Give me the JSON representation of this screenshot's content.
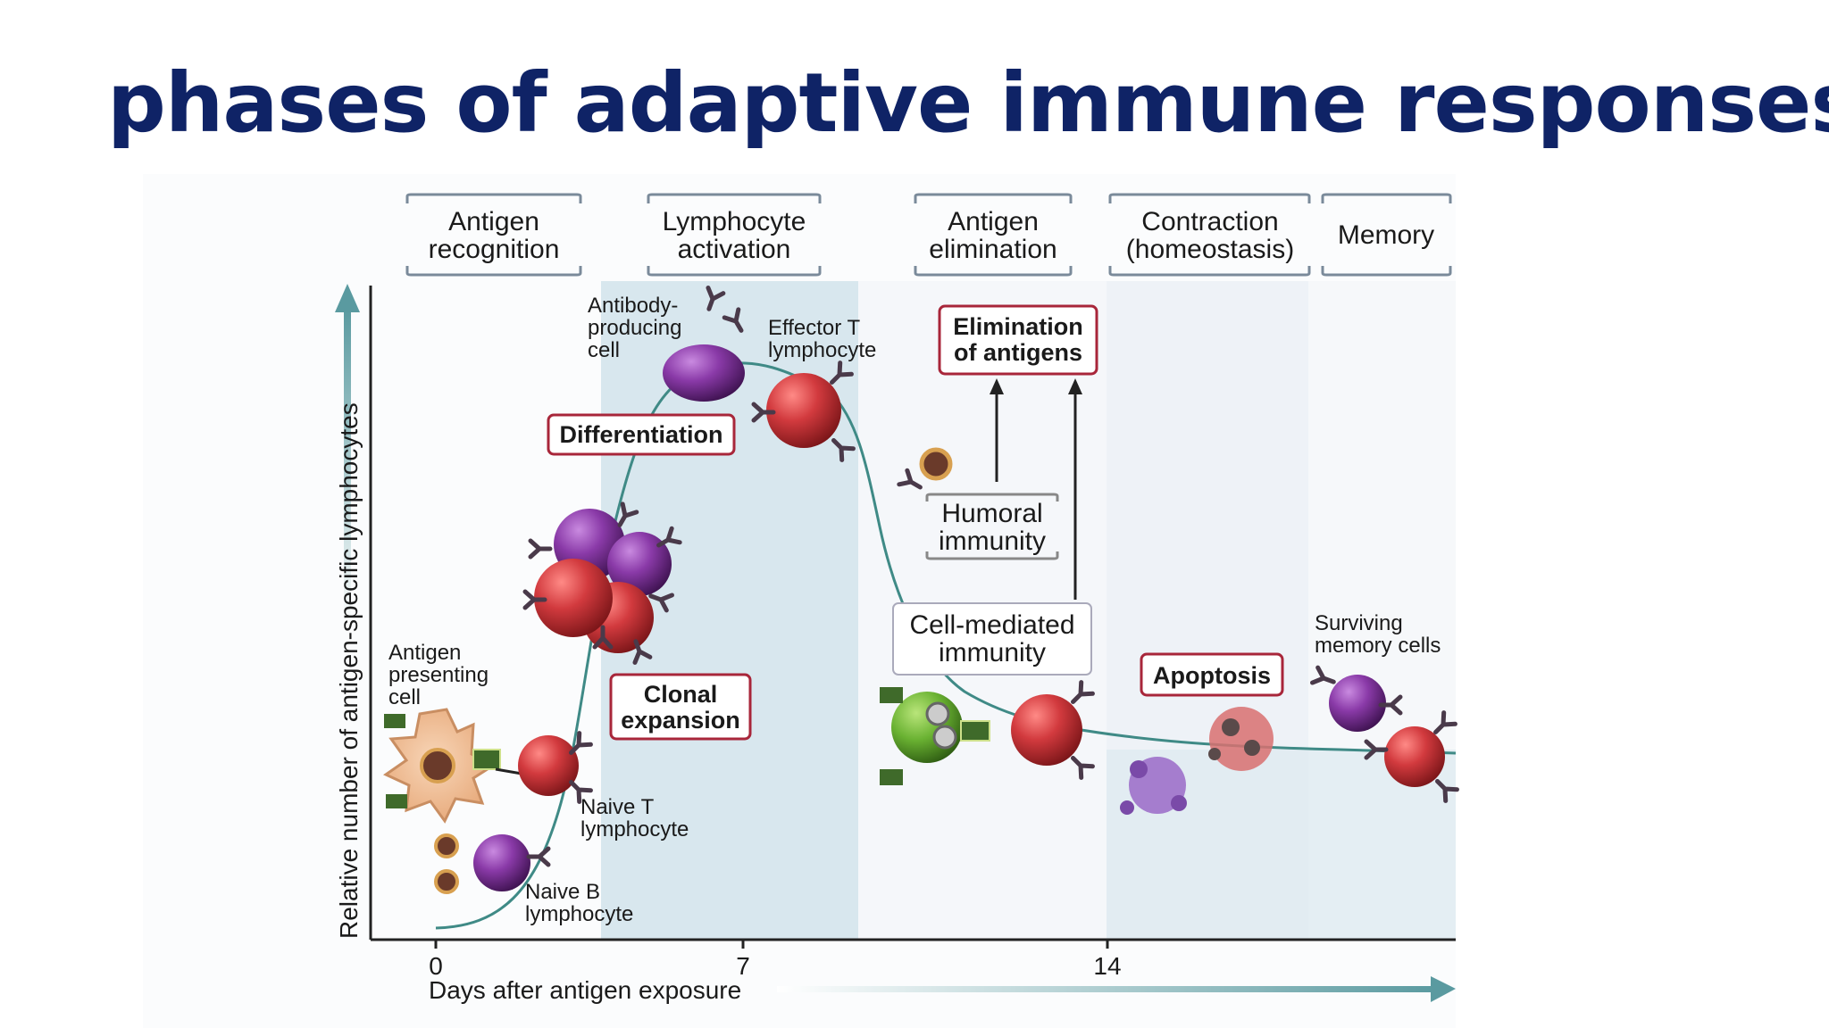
{
  "title": "phases of adaptive immune responses",
  "colors": {
    "title": "#0f2366",
    "band": "#d8e7ee",
    "curve": "#3f8a86",
    "accent_box": "#a8263a",
    "t_cell": "#d23a3e",
    "b_cell": "#8a3aa8",
    "arrow": "#5a9aa0"
  },
  "phases": [
    {
      "line1": "Antigen",
      "line2": "recognition"
    },
    {
      "line1": "Lymphocyte",
      "line2": "activation"
    },
    {
      "line1": "Antigen",
      "line2": "elimination"
    },
    {
      "line1": "Contraction",
      "line2": "(homeostasis)"
    },
    {
      "line1": "Memory",
      "line2": ""
    }
  ],
  "axes": {
    "y_label": "Relative number of antigen-specific lymphocytes",
    "x_label": "Days after antigen exposure",
    "x_ticks": [
      "0",
      "7",
      "14"
    ]
  },
  "boxes": {
    "differentiation": "Differentiation",
    "clonal_1": "Clonal",
    "clonal_2": "expansion",
    "elim_1": "Elimination",
    "elim_2": "of antigens",
    "apoptosis": "Apoptosis"
  },
  "immunity": {
    "humoral_1": "Humoral",
    "humoral_2": "immunity",
    "cell_1": "Cell-mediated",
    "cell_2": "immunity"
  },
  "cell_labels": {
    "apc_1": "Antigen",
    "apc_2": "presenting",
    "apc_3": "cell",
    "naive_t_1": "Naive T",
    "naive_t_2": "lymphocyte",
    "naive_b_1": "Naive B",
    "naive_b_2": "lymphocyte",
    "antibody_1": "Antibody-",
    "antibody_2": "producing",
    "antibody_3": "cell",
    "effector_1": "Effector T",
    "effector_2": "lymphocyte",
    "memory_1": "Surviving",
    "memory_2": "memory cells"
  }
}
